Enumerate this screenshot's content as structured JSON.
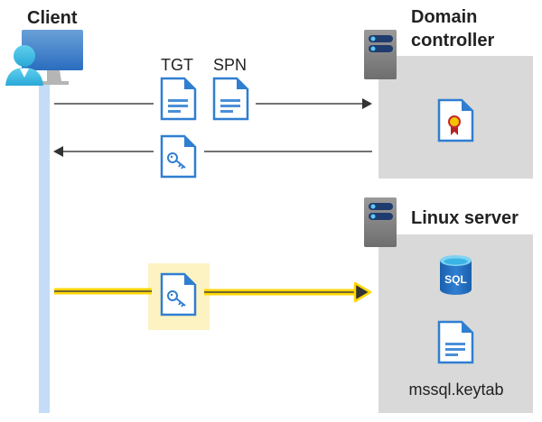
{
  "client": {
    "label": "Client",
    "icon": "user-computer-icon"
  },
  "domain_controller": {
    "label_line1": "Domain",
    "label_line2": "controller",
    "icon": "server-icon",
    "content_icon": "certificate-document-icon"
  },
  "linux_server": {
    "label": "Linux server",
    "icon": "server-icon",
    "sql_label": "SQL",
    "keytab_label": "mssql.keytab"
  },
  "flows": {
    "request": {
      "tickets": [
        "TGT",
        "SPN"
      ]
    },
    "response": {
      "icon": "key-document-icon"
    },
    "service_request": {
      "icon": "key-document-icon",
      "highlighted": true
    }
  },
  "colors": {
    "lifeline": "#c5dcf8",
    "box": "#d9d9d9",
    "highlight": "#fdf3c2",
    "arrow_yellow": "#ffd700",
    "doc_blue": "#2f7fd1"
  }
}
